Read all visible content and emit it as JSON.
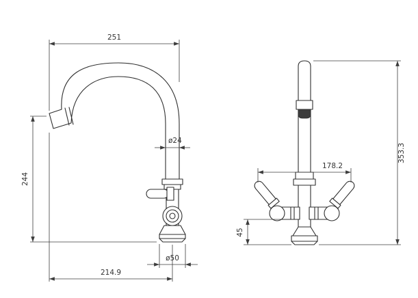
{
  "colors": {
    "line": "#2e2e2e",
    "dim": "#3c3c3c",
    "text": "#333333",
    "background": "#ffffff",
    "fill_dark": "#3d3d3d"
  },
  "views": {
    "side": {
      "dims": {
        "spout_reach": "251",
        "spout_diameter": "ø24",
        "outlet_height": "244",
        "base_reach": "214.9",
        "base_diameter": "ø50"
      }
    },
    "front": {
      "dims": {
        "handle_span": "178.2",
        "overall_height": "353.3",
        "handle_height": "45"
      }
    }
  }
}
